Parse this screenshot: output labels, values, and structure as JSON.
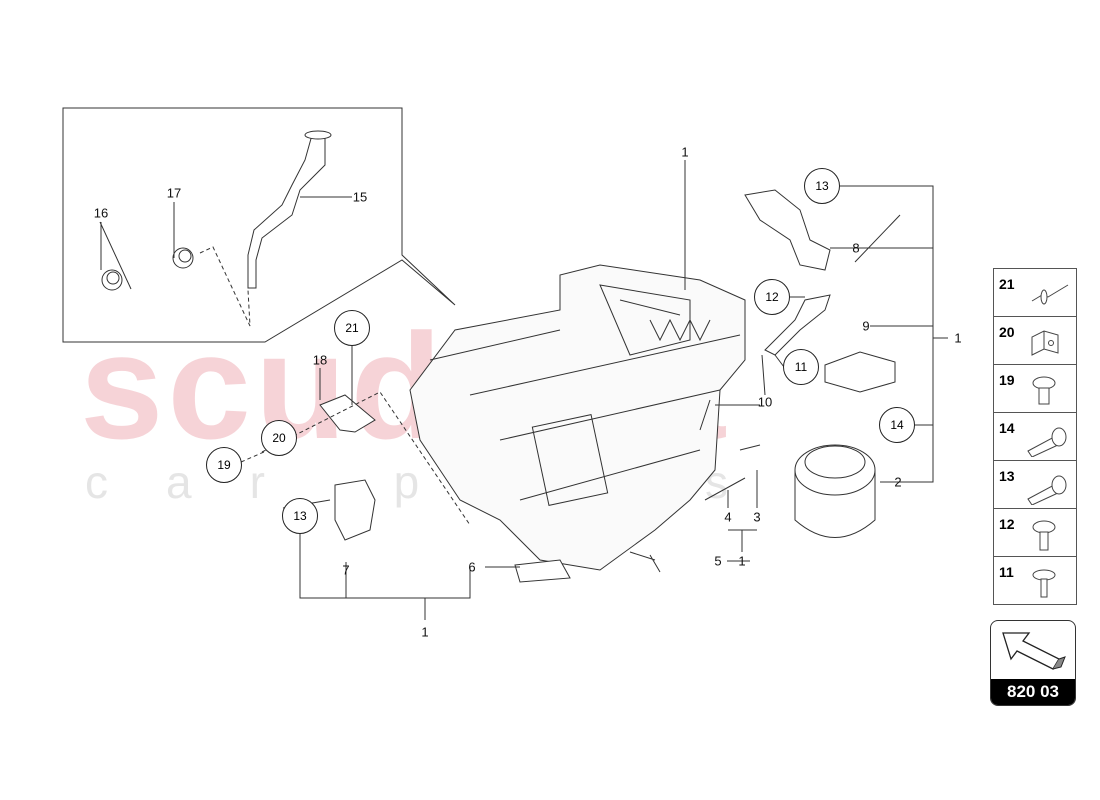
{
  "watermark": {
    "brand": "scuderia",
    "sub": "car parts"
  },
  "callouts": [
    {
      "text": "1",
      "circled": false
    },
    {
      "text": "13",
      "circled": true
    },
    {
      "text": "8",
      "circled": false
    },
    {
      "text": "12",
      "circled": true
    },
    {
      "text": "9",
      "circled": false
    },
    {
      "text": "1",
      "circled": false
    },
    {
      "text": "11",
      "circled": true
    },
    {
      "text": "10",
      "circled": false
    },
    {
      "text": "14",
      "circled": true
    },
    {
      "text": "2",
      "circled": false
    },
    {
      "text": "4",
      "circled": false
    },
    {
      "text": "3",
      "circled": false
    },
    {
      "text": "5",
      "circled": false
    },
    {
      "text": "1",
      "circled": false
    },
    {
      "text": "6",
      "circled": false
    },
    {
      "text": "13",
      "circled": true
    },
    {
      "text": "7",
      "circled": false
    },
    {
      "text": "1",
      "circled": false
    },
    {
      "text": "21",
      "circled": true
    },
    {
      "text": "18",
      "circled": false
    },
    {
      "text": "20",
      "circled": true
    },
    {
      "text": "19",
      "circled": true
    },
    {
      "text": "16",
      "circled": false
    },
    {
      "text": "17",
      "circled": false
    },
    {
      "text": "15",
      "circled": false
    }
  ],
  "hardware_panel": [
    {
      "number": "21",
      "icon": "rivet-icon"
    },
    {
      "number": "20",
      "icon": "clip-nut-icon"
    },
    {
      "number": "19",
      "icon": "flange-screw-icon"
    },
    {
      "number": "14",
      "icon": "hex-bolt-icon"
    },
    {
      "number": "13",
      "icon": "hex-bolt-icon"
    },
    {
      "number": "12",
      "icon": "flange-screw-icon"
    },
    {
      "number": "11",
      "icon": "flange-screw-icon"
    }
  ],
  "nav": {
    "code": "820 03",
    "icon": "arrow-icon"
  }
}
